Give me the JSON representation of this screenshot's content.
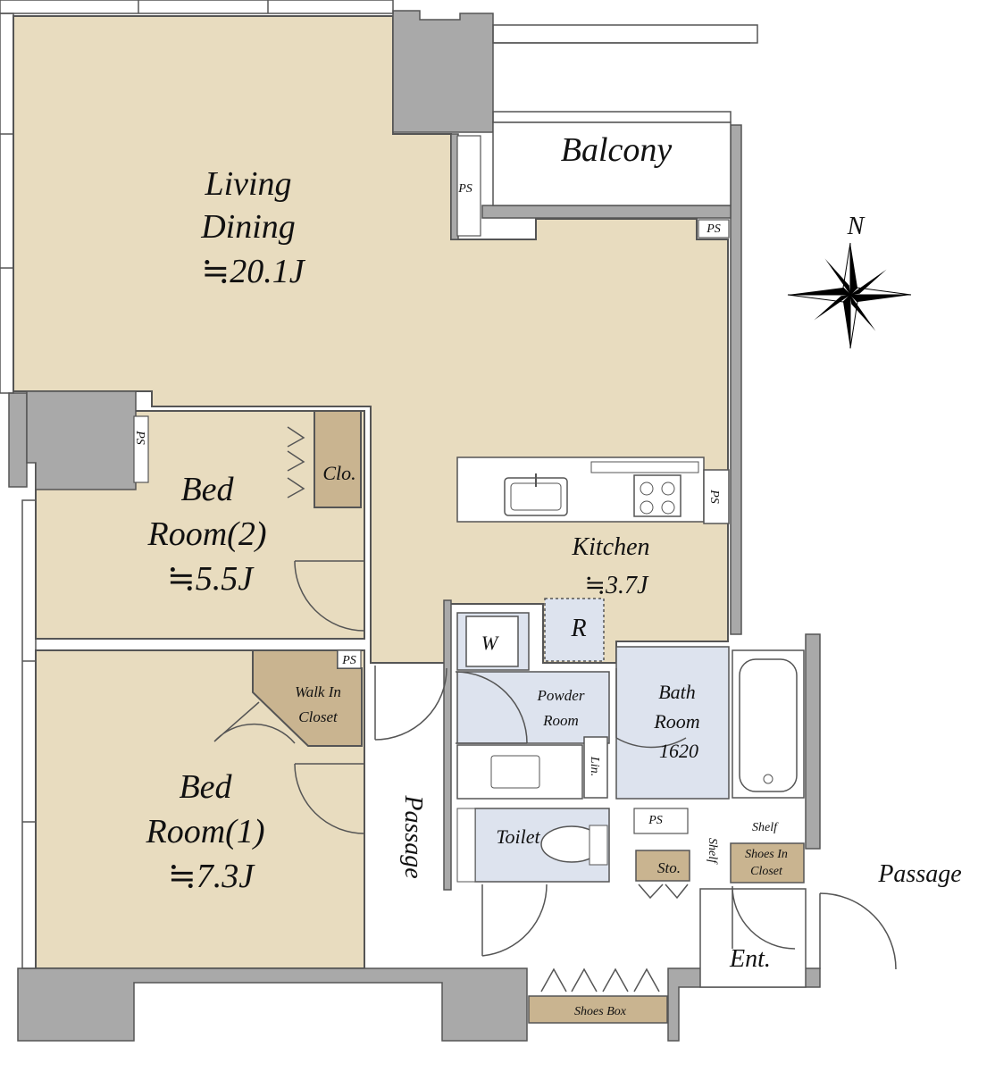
{
  "rooms": {
    "living": {
      "line1": "Living",
      "line2": "Dining",
      "area": "≒20.1J"
    },
    "balcony": "Balcony",
    "bed2": {
      "line1": "Bed",
      "line2": "Room(2)",
      "area": "≒5.5J"
    },
    "bed1": {
      "line1": "Bed",
      "line2": "Room(1)",
      "area": "≒7.3J"
    },
    "kitchen": {
      "line1": "Kitchen",
      "area": "≒3.7J"
    },
    "closet": "Clo.",
    "wic": {
      "line1": "Walk In",
      "line2": "Closet"
    },
    "powder": {
      "line1": "Powder",
      "line2": "Room"
    },
    "bath": {
      "line1": "Bath",
      "line2": "Room",
      "size": "1620"
    },
    "toilet": "Toilet",
    "storage": "Sto.",
    "shelf": "Shelf",
    "shelf_side": "Shelf",
    "shoes_closet": {
      "line1": "Shoes In",
      "line2": "Closet"
    },
    "shoes_box": "Shoes Box",
    "entrance": "Ent.",
    "linen": "Lin.",
    "washer": "W",
    "fridge": "R",
    "passage_inner": "Passage",
    "passage_outer": "Passage"
  },
  "ps": {
    "a": "PS",
    "b": "PS",
    "c": "PS",
    "d": "PS",
    "e": "PS",
    "f": "PS"
  },
  "compass": {
    "north": "N"
  },
  "colors": {
    "room": "#e8dcbf",
    "wet": "#dde3ee",
    "wall": "#a9a9a9",
    "closet": "#c9b490",
    "outline": "#555555"
  }
}
